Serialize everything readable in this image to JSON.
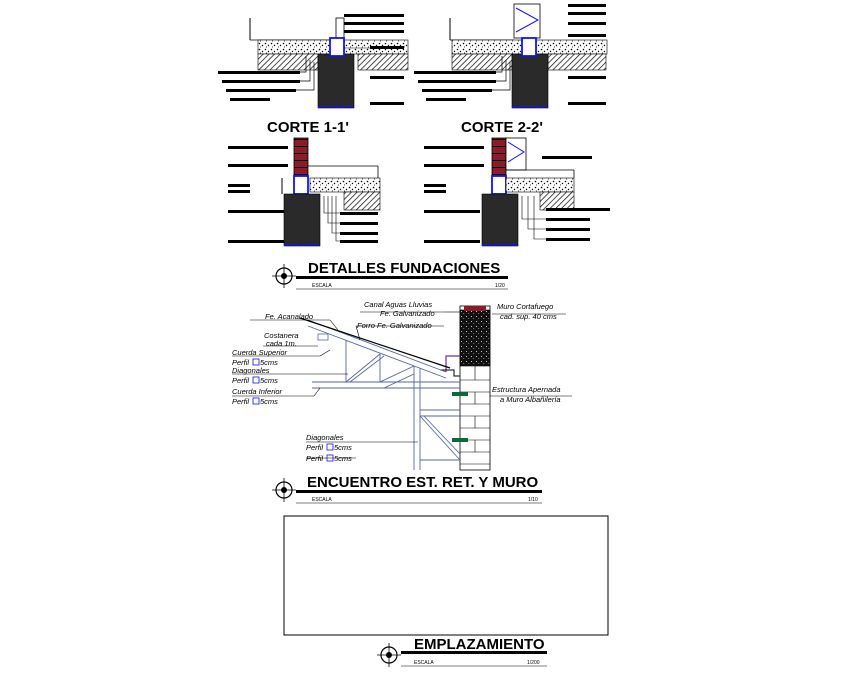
{
  "corte_1": {
    "title": "CORTE 1-1'"
  },
  "corte_2": {
    "title": "CORTE 2-2'"
  },
  "detalles": {
    "title": "DETALLES FUNDACIONES",
    "escala": "ESCALA",
    "ratio": "1/20"
  },
  "encuentro": {
    "title": "ENCUENTRO EST. RET. Y MURO",
    "escala": "ESCALA",
    "ratio": "1/10",
    "labels": {
      "canal_1": "Canal Aguas Lluvias",
      "canal_2": "Fe. Galvanizado",
      "muro_1": "Muro Cortafuego",
      "muro_2": "cad. sup. 40 cms",
      "fe_acanalado": "Fe. Acanalado",
      "forro": "Forro Fe. Galvanizado",
      "costanera_1": "Costanera",
      "costanera_2": "cada 1m.",
      "cuerda_sup": "Cuerda Superior",
      "perfil_a": "Perfil",
      "perfil_a_size": "5cms",
      "diagonales_a": "Diagonales",
      "perfil_b": "Perfil",
      "perfil_b_size": "5cms",
      "cuerda_inf": "Cuerda Inferior",
      "perfil_c": "Perfil",
      "perfil_c_size": "5cms",
      "estructura_1": "Estructura Apernada",
      "estructura_2": "a Muro Albañilería",
      "diagonales_b": "Diagonales",
      "perfil_d": "Perfil",
      "perfil_d_size": "5cms",
      "perfil_e": "Perfil",
      "perfil_e_size": "5cms"
    }
  },
  "emplazamiento": {
    "title": "EMPLAZAMIENTO",
    "escala": "ESCALA",
    "ratio": "1/200"
  },
  "colors": {
    "wall_red": "#8b1a2b",
    "blue": "#1010ff",
    "green": "#0a6b3a",
    "purple": "#7030a0"
  }
}
